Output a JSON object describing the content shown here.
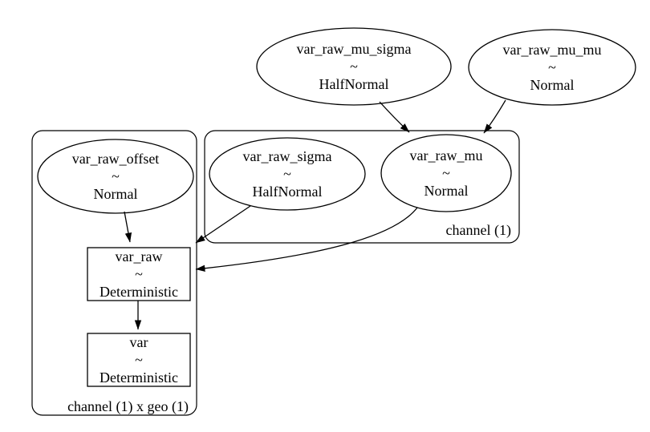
{
  "diagram": {
    "type": "graphviz-model-graph",
    "background": "#ffffff",
    "stroke_color": "#000000"
  },
  "nodes": [
    {
      "id": "var_raw_mu_sigma",
      "label": "var_raw_mu_sigma",
      "tilde": "~",
      "dist": "HalfNormal",
      "shape": "ellipse"
    },
    {
      "id": "var_raw_mu_mu",
      "label": "var_raw_mu_mu",
      "tilde": "~",
      "dist": "Normal",
      "shape": "ellipse"
    },
    {
      "id": "var_raw_offset",
      "label": "var_raw_offset",
      "tilde": "~",
      "dist": "Normal",
      "shape": "ellipse"
    },
    {
      "id": "var_raw_sigma",
      "label": "var_raw_sigma",
      "tilde": "~",
      "dist": "HalfNormal",
      "shape": "ellipse"
    },
    {
      "id": "var_raw_mu",
      "label": "var_raw_mu",
      "tilde": "~",
      "dist": "Normal",
      "shape": "ellipse"
    },
    {
      "id": "var_raw",
      "label": "var_raw",
      "tilde": "~",
      "dist": "Deterministic",
      "shape": "box"
    },
    {
      "id": "var",
      "label": "var",
      "tilde": "~",
      "dist": "Deterministic",
      "shape": "box"
    }
  ],
  "clusters": [
    {
      "id": "cluster-channel",
      "label": "channel (1)"
    },
    {
      "id": "cluster-channel-geo",
      "label": "channel (1) x geo (1)"
    }
  ],
  "edges": [
    {
      "from": "var_raw_mu_sigma",
      "to": "var_raw_mu"
    },
    {
      "from": "var_raw_mu_mu",
      "to": "var_raw_mu"
    },
    {
      "from": "var_raw_offset",
      "to": "var_raw"
    },
    {
      "from": "var_raw_sigma",
      "to": "var_raw"
    },
    {
      "from": "var_raw_mu",
      "to": "var_raw"
    },
    {
      "from": "var_raw",
      "to": "var"
    }
  ]
}
